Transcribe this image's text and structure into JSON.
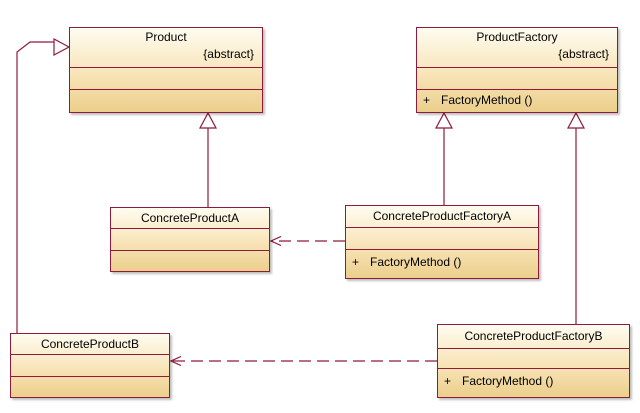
{
  "classes": {
    "product": {
      "name": "Product",
      "stereotype": "{abstract}"
    },
    "product_factory": {
      "name": "ProductFactory",
      "stereotype": "{abstract}",
      "operation": {
        "visibility": "+",
        "name": "FactoryMethod ()"
      }
    },
    "concrete_product_a": {
      "name": "ConcreteProductA"
    },
    "concrete_product_factory_a": {
      "name": "ConcreteProductFactoryA",
      "operation": {
        "visibility": "+",
        "name": "FactoryMethod ()"
      }
    },
    "concrete_product_b": {
      "name": "ConcreteProductB"
    },
    "concrete_product_factory_b": {
      "name": "ConcreteProductFactoryB",
      "operation": {
        "visibility": "+",
        "name": "FactoryMethod ()"
      }
    }
  },
  "relations": [
    {
      "type": "generalization",
      "from": "ConcreteProductA",
      "to": "Product"
    },
    {
      "type": "generalization",
      "from": "ConcreteProductB",
      "to": "Product"
    },
    {
      "type": "generalization",
      "from": "ConcreteProductFactoryA",
      "to": "ProductFactory"
    },
    {
      "type": "generalization",
      "from": "ConcreteProductFactoryB",
      "to": "ProductFactory"
    },
    {
      "type": "dependency",
      "from": "ConcreteProductFactoryA",
      "to": "ConcreteProductA"
    },
    {
      "type": "dependency",
      "from": "ConcreteProductFactoryB",
      "to": "ConcreteProductB"
    }
  ],
  "colors": {
    "border": "#8e1b3c",
    "line": "#8e1b3c",
    "fill_top": "#fefcf0",
    "fill_bottom": "#eccf8c"
  }
}
